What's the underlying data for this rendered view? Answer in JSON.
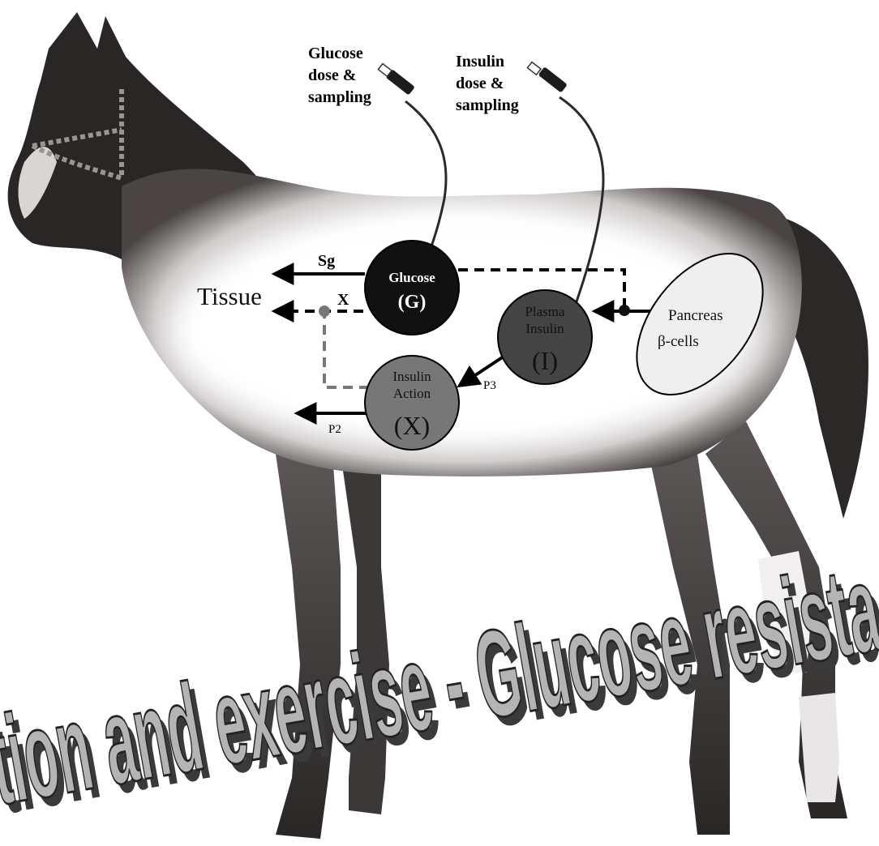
{
  "syringes": {
    "glucose": {
      "line1": "Glucose",
      "line2": "dose &",
      "line3": "sampling"
    },
    "insulin": {
      "line1": "Insulin",
      "line2": "dose &",
      "line3": "sampling"
    }
  },
  "tissue_label": "Tissue",
  "arrows": {
    "sg": "Sg",
    "x": "X",
    "p2": "P2",
    "p3": "P3"
  },
  "nodes": {
    "glucose": {
      "name": "Glucose",
      "symbol": "(G)"
    },
    "plasma_insulin": {
      "name_line1": "Plasma",
      "name_line2": "Insulin",
      "symbol": "(I)"
    },
    "insulin_action": {
      "name_line1": "Insulin",
      "name_line2": "Action",
      "symbol": "(X)"
    },
    "pancreas": {
      "line1": "Pancreas",
      "line2": "β-cells"
    }
  },
  "banner": {
    "text": "tion and exercise - Glucose resista"
  },
  "colors": {
    "glucose_node": "#111111",
    "plasma_insulin_node": "#444444",
    "insulin_action_node": "#777777",
    "pancreas_fill": "#efefef",
    "horse_dark": "#2a2626",
    "horse_mid": "#6b6565",
    "banner_fill": "#b4b4b4",
    "banner_shadow": "#3a3a3a"
  }
}
